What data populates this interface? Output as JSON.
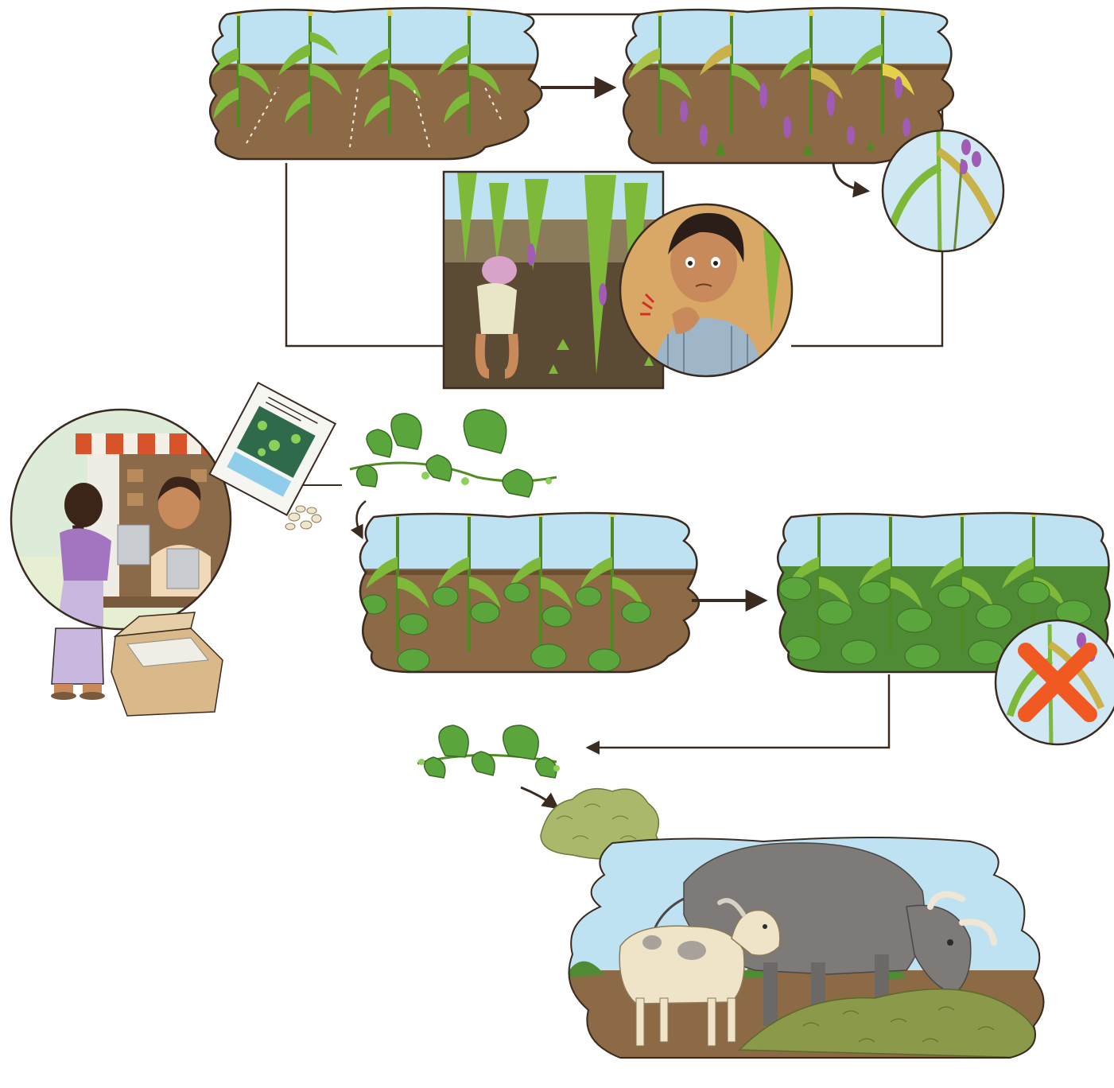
{
  "diagram": {
    "description_free": true,
    "colors": {
      "sky": "#bfe2f2",
      "soil": "#8b6a45",
      "soil_dark": "#6b4f30",
      "maize": "#7fb93a",
      "maize_dark": "#4f8a22",
      "tassel": "#e6d24a",
      "weed_flower": "#a05bb5",
      "cover_leaf": "#5aa63c",
      "cover_leaf_light": "#8ccf5a",
      "line": "#3a2a20",
      "cross": "#f05a22",
      "fodder": "#a9b86a",
      "buffalo": "#7d7a78",
      "goat": "#efe3c8",
      "skin": "#c98a5b",
      "awning_red": "#d9542b",
      "awning_white": "#f5efe6",
      "box": "#d9b98a"
    },
    "panels": [
      {
        "id": "weed-free-maize",
        "icon": "maize-field-icon"
      },
      {
        "id": "weed-infested-maize",
        "icon": "weedy-maize-field-icon"
      },
      {
        "id": "weed-closeup",
        "icon": "weed-closeup-icon"
      },
      {
        "id": "hand-weeding",
        "icon": "hand-weeding-icon"
      },
      {
        "id": "tired-farmer",
        "icon": "farmer-pain-icon"
      },
      {
        "id": "seed-shop",
        "icon": "seed-shop-icon"
      },
      {
        "id": "seed-packet",
        "icon": "seed-packet-icon"
      },
      {
        "id": "cover-crop-vine",
        "icon": "cover-crop-icon"
      },
      {
        "id": "intercropped-maize",
        "icon": "intercrop-field-icon"
      },
      {
        "id": "cover-crop-dense",
        "icon": "dense-cover-field-icon"
      },
      {
        "id": "no-weeds",
        "icon": "no-weeds-icon"
      },
      {
        "id": "harvested-cover-crop",
        "icon": "cover-crop-icon"
      },
      {
        "id": "fodder-pile",
        "icon": "fodder-icon"
      },
      {
        "id": "livestock-feeding",
        "icon": "livestock-icon"
      }
    ]
  }
}
